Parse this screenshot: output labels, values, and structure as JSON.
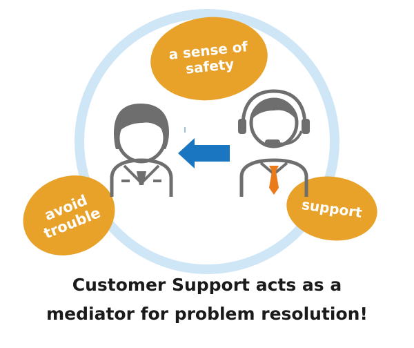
{
  "colors": {
    "ring": "#cfe6f7",
    "bubble_fill": "#e8a22a",
    "bubble_text": "#ffffff",
    "figure_gray": "#6e6e6e",
    "arrow_blue": "#1a76c0",
    "tie_orange": "#ea7a1a"
  },
  "bubbles": {
    "safety": "a sense of safety",
    "avoid": "avoid trouble",
    "support": "support"
  },
  "caption": {
    "line1": "Customer Support acts as a",
    "line2": "mediator for problem resolution!"
  }
}
